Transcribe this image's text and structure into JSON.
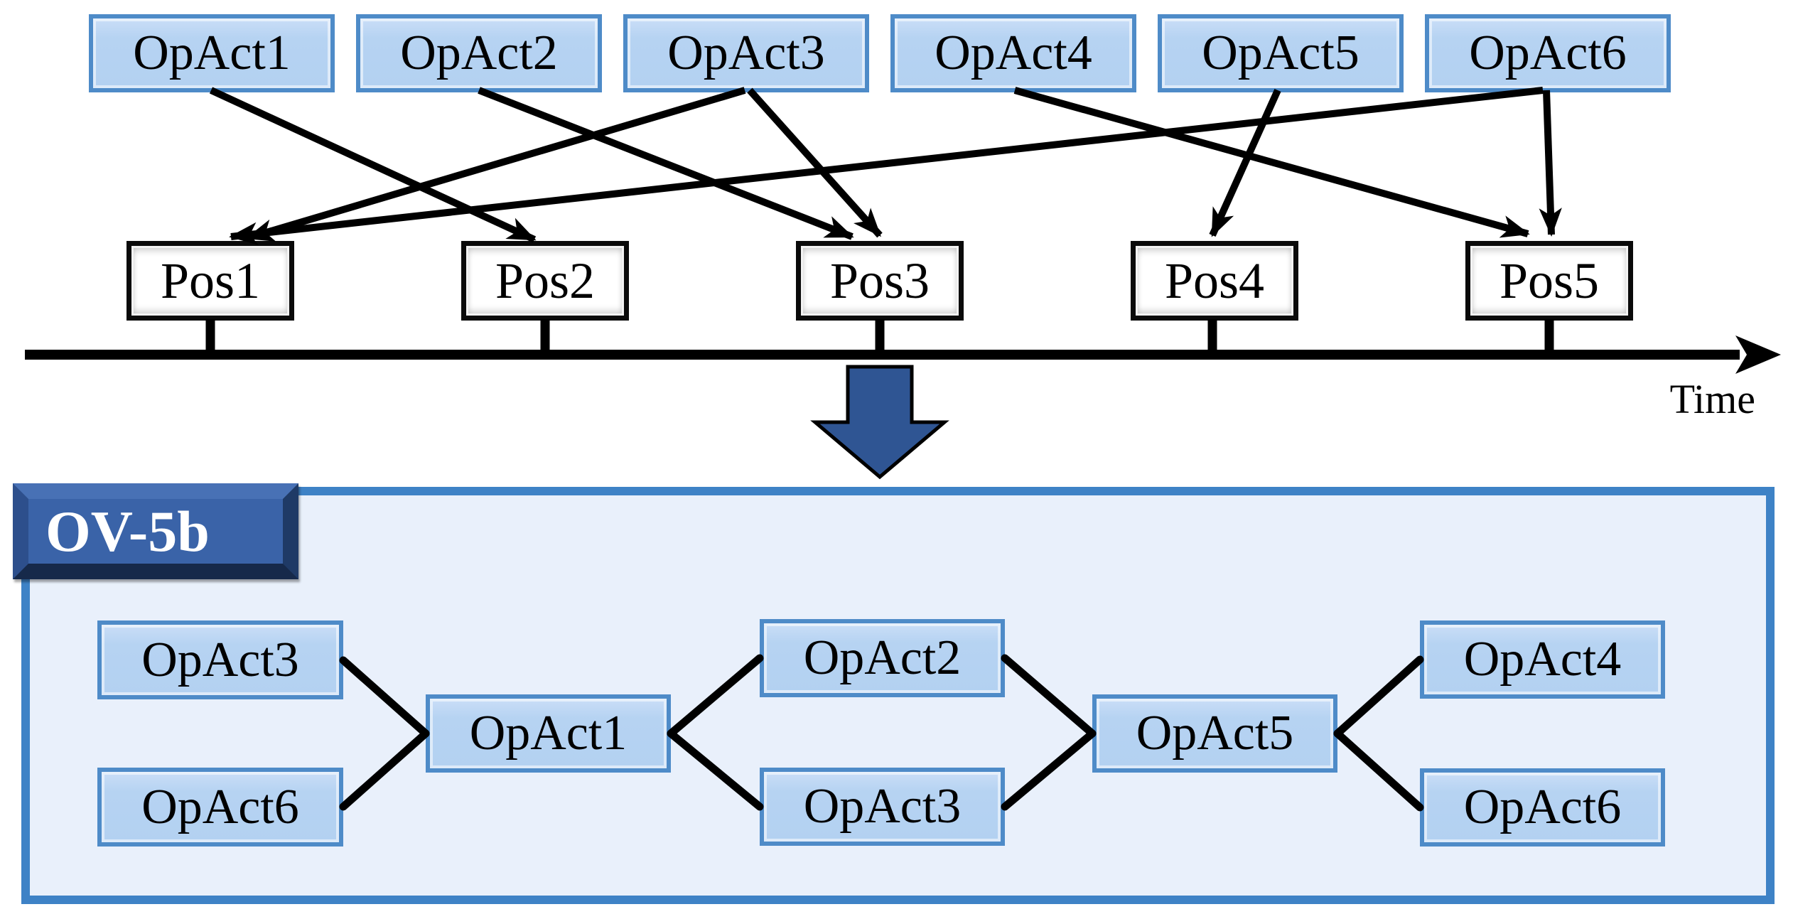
{
  "diagram": {
    "top_activities": [
      "OpAct1",
      "OpAct2",
      "OpAct3",
      "OpAct4",
      "OpAct5",
      "OpAct6"
    ],
    "positions": [
      "Pos1",
      "Pos2",
      "Pos3",
      "Pos4",
      "Pos5"
    ],
    "time_label": "Time",
    "assignments": [
      {
        "activity": "OpAct1",
        "position": "Pos2"
      },
      {
        "activity": "OpAct2",
        "position": "Pos3"
      },
      {
        "activity": "OpAct3",
        "position": "Pos1"
      },
      {
        "activity": "OpAct3",
        "position": "Pos3"
      },
      {
        "activity": "OpAct4",
        "position": "Pos5"
      },
      {
        "activity": "OpAct5",
        "position": "Pos4"
      },
      {
        "activity": "OpAct6",
        "position": "Pos1"
      },
      {
        "activity": "OpAct6",
        "position": "Pos5"
      }
    ],
    "panel": {
      "title": "OV-5b",
      "nodes": [
        "OpAct3",
        "OpAct6",
        "OpAct1",
        "OpAct2",
        "OpAct3",
        "OpAct5",
        "OpAct4",
        "OpAct6"
      ],
      "links": [
        {
          "from": "OpAct3",
          "to": "OpAct1"
        },
        {
          "from": "OpAct6",
          "to": "OpAct1"
        },
        {
          "from": "OpAct1",
          "to": "OpAct2"
        },
        {
          "from": "OpAct1",
          "to": "OpAct3"
        },
        {
          "from": "OpAct2",
          "to": "OpAct5"
        },
        {
          "from": "OpAct3",
          "to": "OpAct5"
        },
        {
          "from": "OpAct5",
          "to": "OpAct4"
        },
        {
          "from": "OpAct5",
          "to": "OpAct6"
        }
      ]
    }
  },
  "colors": {
    "activity_box_fill": "#b6d3f2",
    "activity_box_border": "#4e8bc8",
    "position_box_fill": "#ffffff",
    "position_box_border": "#0a0a0a",
    "panel_fill": "#e9f0fb",
    "panel_border": "#3e82c6",
    "panel_title_fill": "#3a63a8",
    "big_arrow_fill": "#2f5593",
    "line_color": "#000000"
  }
}
